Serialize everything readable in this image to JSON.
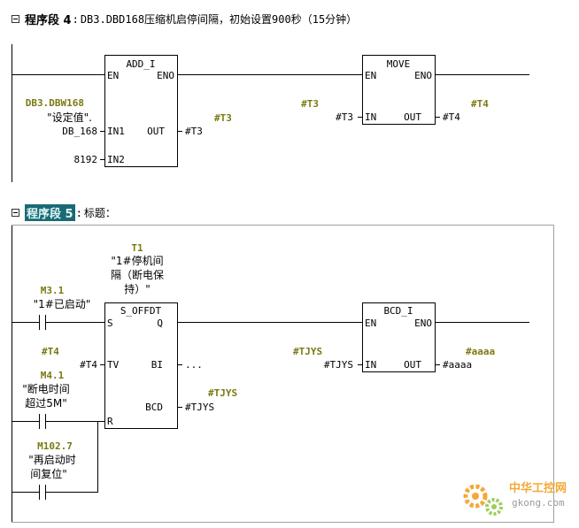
{
  "network4": {
    "label": "程序段 4",
    "colon": ":",
    "comment": "DB3.DBD168压缩机启停间隔，初始设置900秒（15分钟）",
    "add_block": {
      "title": "ADD_I",
      "en": "EN",
      "eno": "ENO",
      "in1": "IN1",
      "in2": "IN2",
      "out": "OUT",
      "in1_operand": "DB_168",
      "in1_symbol": "DB3.DBW168",
      "in1_comment": "\"设定值\".",
      "in2_operand": "8192",
      "out_operand": "#T3",
      "out_symbol": "#T3"
    },
    "move_block": {
      "title": "MOVE",
      "en": "EN",
      "eno": "ENO",
      "in": "IN",
      "out": "OUT",
      "in_operand": "#T3",
      "in_symbol": "#T3",
      "out_operand": "#T4",
      "out_symbol": "#T4"
    }
  },
  "network5": {
    "label": "程序段 5",
    "colon": ":",
    "comment": "标题：",
    "timer": {
      "symbol": "T1",
      "comment_lines": [
        "\"1#停机间",
        "隔（断电保",
        "持）\""
      ],
      "title": "S_OFFDT",
      "s": "S",
      "q": "Q",
      "tv": "TV",
      "bi": "BI",
      "bcd": "BCD",
      "r": "R",
      "tv_operand": "#T4",
      "tv_symbol": "#T4",
      "bi_operand": "...",
      "bcd_operand": "#TJYS",
      "bcd_symbol": "#TJYS"
    },
    "contact_m31": {
      "address": "M3.1",
      "comment": "\"1#已启动\""
    },
    "contact_m41": {
      "address": "M4.1",
      "comment_lines": [
        "\"断电时间",
        "超过5M\""
      ]
    },
    "contact_m1027": {
      "address": "M102.7",
      "comment_lines": [
        "\"再启动时",
        "间复位\""
      ]
    },
    "bcd_block": {
      "title": "BCD_I",
      "en": "EN",
      "eno": "ENO",
      "in": "IN",
      "out": "OUT",
      "in_operand": "#TJYS",
      "in_symbol": "#TJYS",
      "out_operand": "#aaaa",
      "out_symbol": "#aaaa"
    }
  },
  "watermark": {
    "brand": "中华工控网",
    "url": "gkong.com"
  },
  "colors": {
    "symbol": "#7a7a12",
    "selection": "#1a6a73",
    "watermark": "#f29a16"
  }
}
